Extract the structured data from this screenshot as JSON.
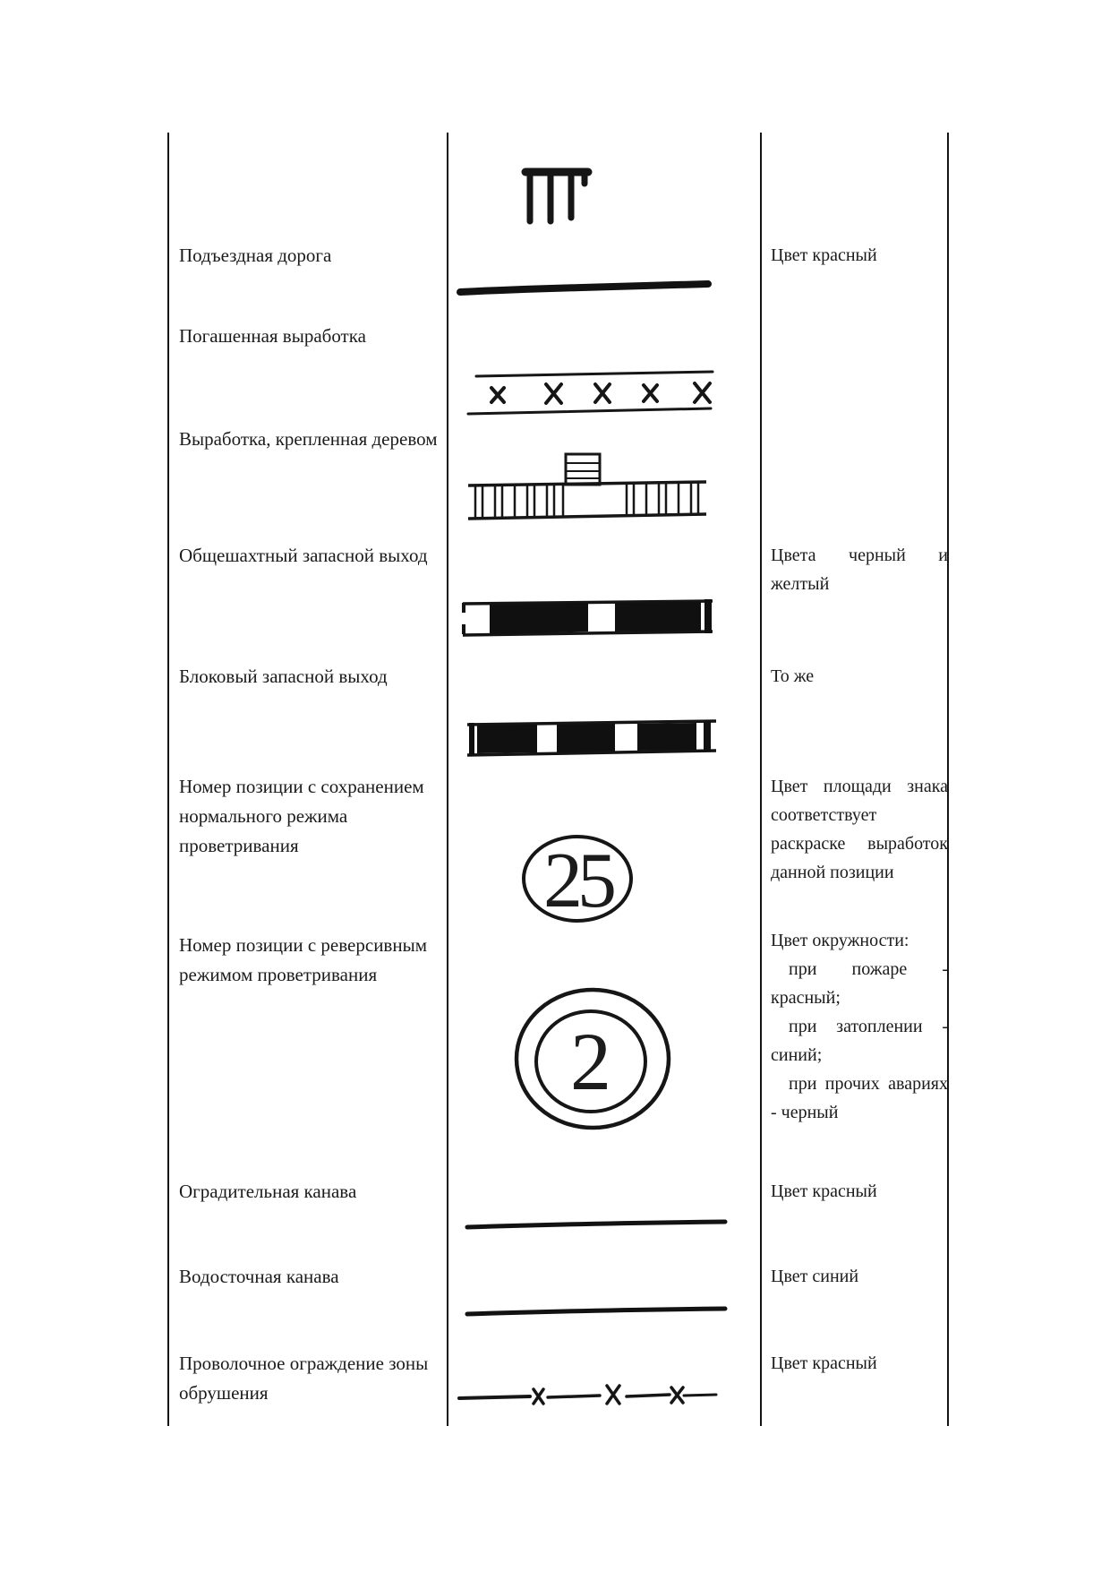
{
  "document": {
    "kind": "scanned legend table of mine emergency-plan map symbols",
    "background": "#ffffff",
    "ink_color": "#141414",
    "text_color": "#1b1b1b"
  },
  "top_partial_symbol": {
    "symbol": "pg-road-sign",
    "note_visible_text": ""
  },
  "legend_rows": [
    {
      "name": "Подъездная дорога",
      "symbol": "thick-solid-line",
      "color": "Цвет красный"
    },
    {
      "name": "Погашенная выработка",
      "symbol": "double-line-with-x-marks",
      "color": ""
    },
    {
      "name": "Выработка, крепленная деревом",
      "symbol": "timbered-band-with-striped-box",
      "color": ""
    },
    {
      "name": "Общешахтный запасной выход",
      "symbol": "black-bar-one-gap",
      "color": "Цвета черный и желтый"
    },
    {
      "name": "Блоковый запасной выход",
      "symbol": "black-bar-two-gaps",
      "color": "То же"
    },
    {
      "name": "Номер позиции с сохранением нормального режима проветривания",
      "symbol": "circled-number",
      "symbol_text": "25",
      "color": "Цвет площади знака соответствует раскраске выработок данной позиции"
    },
    {
      "name": "Номер позиции с реверсивным режимом проветривания",
      "symbol": "double-circled-number",
      "symbol_text": "2",
      "color_lines": [
        "Цвет окружности:",
        "при пожаре - красный;",
        "при затоплении - синий;",
        "при прочих авариях - черный"
      ]
    },
    {
      "name": "Оградительная канава",
      "symbol": "solid-line",
      "color": "Цвет красный"
    },
    {
      "name": "Водосточная канава",
      "symbol": "solid-line",
      "color": "Цвет синий"
    },
    {
      "name": "Проволочное ограждение зоны обрушения",
      "symbol": "dashed-line-with-x-marks",
      "color": "Цвет красный"
    }
  ]
}
